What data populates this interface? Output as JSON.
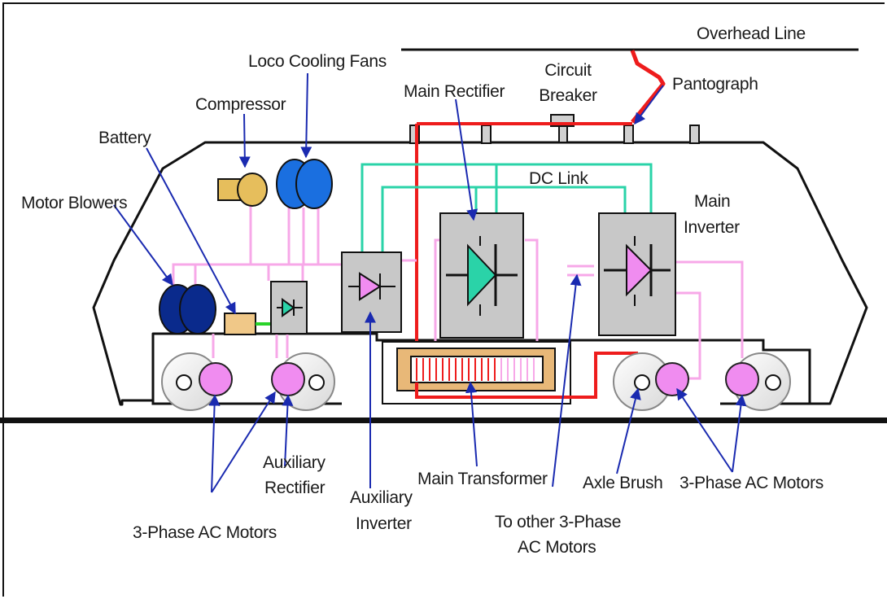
{
  "labels": {
    "overhead_line": "Overhead Line",
    "pantograph": "Pantograph",
    "circuit_breaker_1": "Circuit",
    "circuit_breaker_2": "Breaker",
    "loco_cooling_fans": "Loco Cooling Fans",
    "main_rectifier": "Main Rectifier",
    "compressor": "Compressor",
    "battery": "Battery",
    "dc_link": "DC Link",
    "main_inverter_1": "Main",
    "main_inverter_2": "Inverter",
    "motor_blowers": "Motor Blowers",
    "auxiliary_rectifier_1": "Auxiliary",
    "auxiliary_rectifier_2": "Rectifier",
    "auxiliary_inverter_1": "Auxiliary",
    "auxiliary_inverter_2": "Inverter",
    "main_transformer": "Main Transformer",
    "axle_brush": "Axle Brush",
    "motors_right": "3-Phase AC Motors",
    "motors_left": "3-Phase AC Motors",
    "to_other_1": "To other 3-Phase",
    "to_other_2": "AC Motors"
  },
  "colors": {
    "hv_line": "#ee1c1c",
    "dc_link": "#2ad3a8",
    "aux_wiring": "#f7a8e8",
    "motor": "#f08cf0",
    "fan": "#1a6fe0",
    "blower": "#0a2a8c",
    "compressor": "#e6be5c",
    "battery": "#f0c888",
    "converter_box": "#c8c8c8",
    "arrow": "#1a2ab0"
  }
}
